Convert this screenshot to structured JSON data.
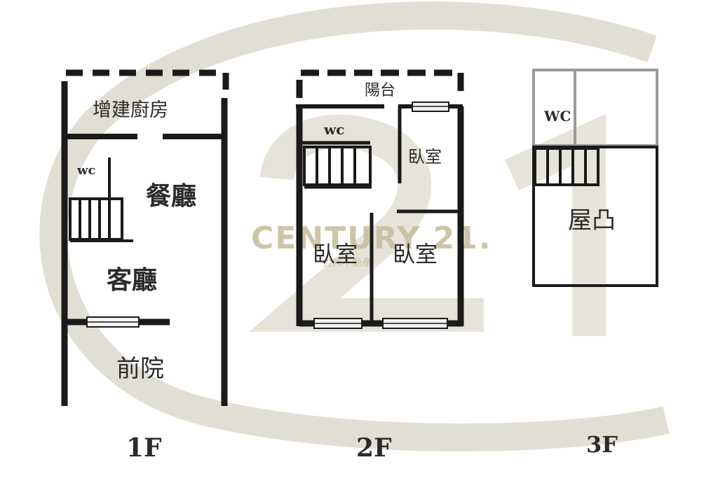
{
  "watermark": {
    "brand": "CENTURY 21.",
    "tagline": "力邦不動產",
    "ring_color": "#dcd9cc",
    "text_color": "#c9bfa0"
  },
  "floors": [
    {
      "id": "1F",
      "label": "1F",
      "rooms": {
        "extension_kitchen": "增建廚房",
        "wc": "wc",
        "dining": "餐廳",
        "living": "客廳",
        "front_yard": "前院"
      }
    },
    {
      "id": "2F",
      "label": "2F",
      "rooms": {
        "balcony": "陽台",
        "wc": "wc",
        "bedroom_a": "臥室",
        "bedroom_b": "臥室",
        "bedroom_c": "臥室"
      }
    },
    {
      "id": "3F",
      "label": "3F",
      "rooms": {
        "wc": "WC",
        "roof_bulge": "屋凸"
      }
    }
  ],
  "colors": {
    "wall": "#1a1a1a",
    "light_wall": "#9a9a9a",
    "window_fill": "#f2f2f2",
    "label": "#2b2b2b"
  }
}
